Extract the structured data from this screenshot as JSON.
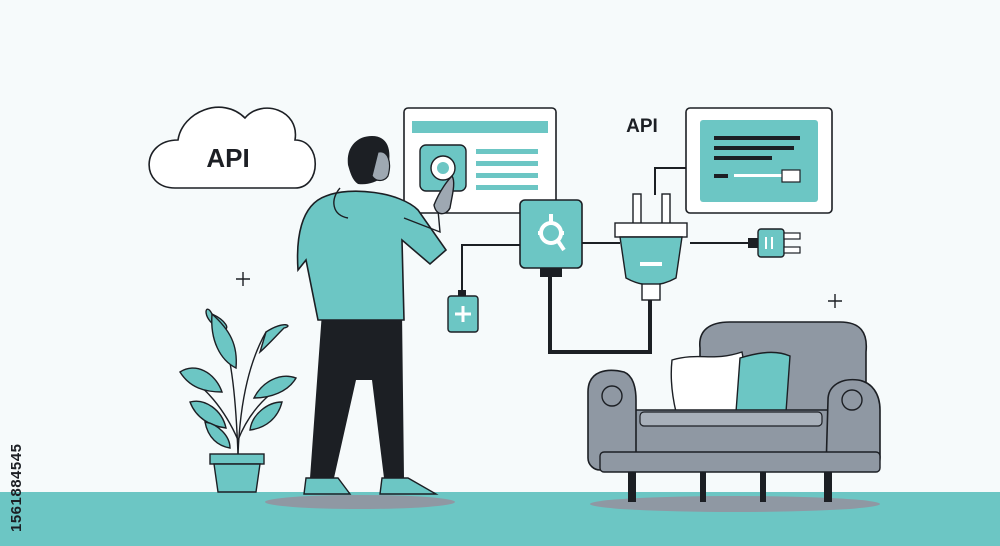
{
  "cloud_label": "API",
  "floating_label": "API",
  "stock_id": "1561884545",
  "colors": {
    "background": "#f6fafb",
    "teal": "#6cc6c4",
    "outline": "#1c1f24",
    "sofa": "#8f98a3",
    "floor": "#6cc6c4"
  }
}
